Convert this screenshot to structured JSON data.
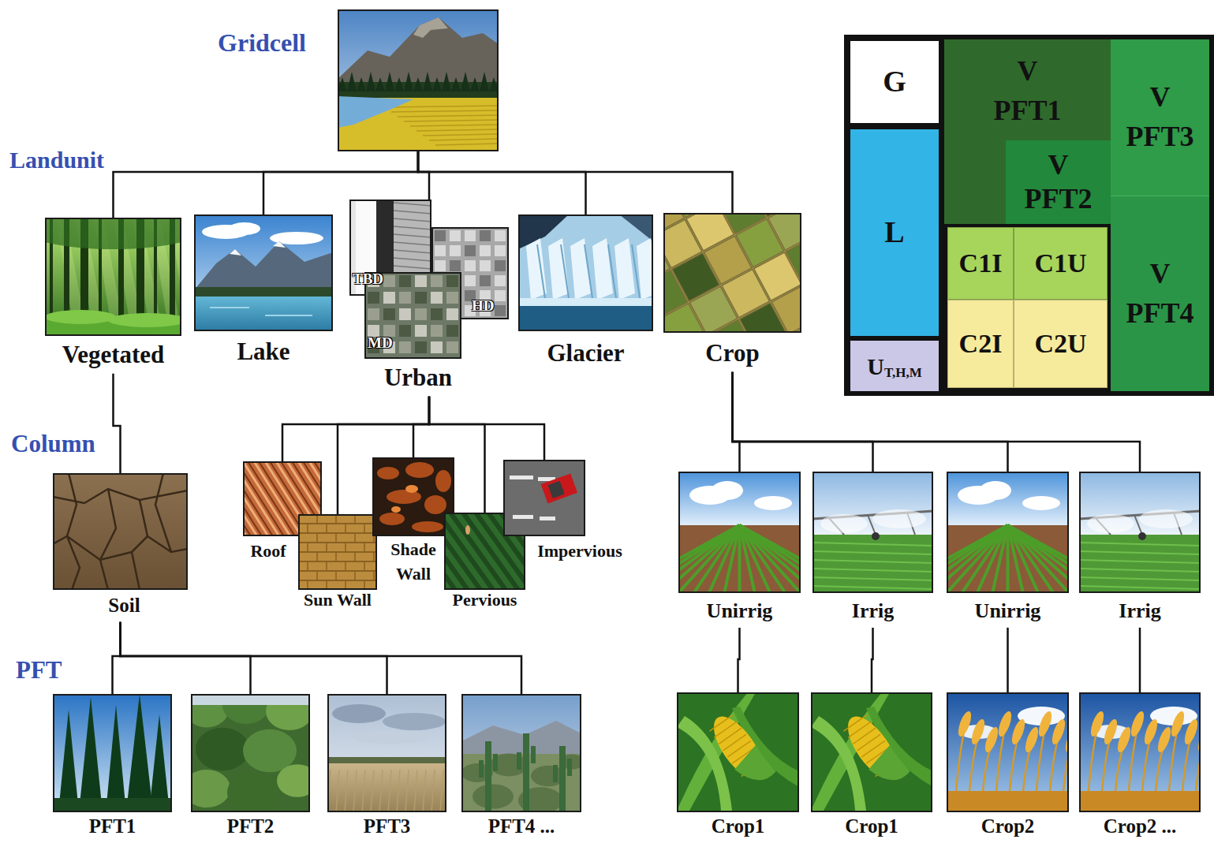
{
  "diagram": {
    "nodes": [
      {
        "text": [
          "Gridcell"
        ]
      },
      {
        "text": [
          "Vegetated"
        ]
      },
      {
        "text": [
          "Lake"
        ]
      },
      {
        "text": [
          "Urban"
        ]
      },
      {
        "text": [
          "Glacier"
        ]
      },
      {
        "text": [
          "Crop"
        ]
      },
      {
        "text": [
          "Soil"
        ]
      },
      {
        "text": [
          "Roof"
        ]
      },
      {
        "text": [
          "Sun Wall"
        ]
      },
      {
        "text": [
          "Shade Wall"
        ]
      },
      {
        "text": [
          "Pervious"
        ]
      },
      {
        "text": [
          "Impervious"
        ]
      },
      {
        "text": [
          "Unirrig"
        ]
      },
      {
        "text": [
          "Irrig"
        ]
      },
      {
        "text": [
          "Unirrig"
        ]
      },
      {
        "text": [
          "Irrig"
        ]
      },
      {
        "text": [
          "PFT1"
        ]
      },
      {
        "text": [
          "PFT2"
        ]
      },
      {
        "text": [
          "PFT3"
        ]
      },
      {
        "text": [
          "PFT4 ..."
        ]
      },
      {
        "text": [
          "Crop1"
        ]
      },
      {
        "text": [
          "Crop1"
        ]
      },
      {
        "text": [
          "Crop2"
        ]
      },
      {
        "text": [
          "Crop2 ..."
        ]
      },
      {
        "text": [
          "G"
        ]
      },
      {
        "text": [
          "V PFT1"
        ]
      },
      {
        "text": [
          "V PFT3"
        ]
      },
      {
        "text": [
          "V PFT2"
        ]
      },
      {
        "text": [
          "L"
        ]
      },
      {
        "text": [
          "C1I"
        ]
      },
      {
        "text": [
          "C1U"
        ]
      },
      {
        "text": [
          "V PFT4"
        ]
      },
      {
        "text": [
          "C2I"
        ]
      },
      {
        "text": [
          "C2U"
        ]
      },
      {
        "text": [
          "U",
          "T,H,M"
        ]
      }
    ],
    "edges": [
      {
        "from": 0,
        "to": 1,
        "arrow": "none"
      },
      {
        "from": 0,
        "to": 2,
        "arrow": "none"
      },
      {
        "from": 0,
        "to": 3,
        "arrow": "none"
      },
      {
        "from": 0,
        "to": 4,
        "arrow": "none"
      },
      {
        "from": 0,
        "to": 5,
        "arrow": "none"
      },
      {
        "from": 1,
        "to": 6,
        "arrow": "none"
      },
      {
        "from": 3,
        "to": 7,
        "arrow": "none"
      },
      {
        "from": 3,
        "to": 8,
        "arrow": "none"
      },
      {
        "from": 3,
        "to": 9,
        "arrow": "none"
      },
      {
        "from": 3,
        "to": 10,
        "arrow": "none"
      },
      {
        "from": 3,
        "to": 11,
        "arrow": "none"
      },
      {
        "from": 5,
        "to": 12,
        "arrow": "none"
      },
      {
        "from": 5,
        "to": 13,
        "arrow": "none"
      },
      {
        "from": 5,
        "to": 14,
        "arrow": "none"
      },
      {
        "from": 5,
        "to": 15,
        "arrow": "none"
      },
      {
        "from": 6,
        "to": 16,
        "arrow": "none"
      },
      {
        "from": 6,
        "to": 17,
        "arrow": "none"
      },
      {
        "from": 6,
        "to": 18,
        "arrow": "none"
      },
      {
        "from": 6,
        "to": 19,
        "arrow": "none"
      },
      {
        "from": 12,
        "to": 20,
        "arrow": "none"
      },
      {
        "from": 13,
        "to": 21,
        "arrow": "none"
      },
      {
        "from": 14,
        "to": 22,
        "arrow": "none"
      },
      {
        "from": 15,
        "to": 23,
        "arrow": "none"
      }
    ],
    "labels": [
      "Landunit",
      "Column",
      "PFT",
      "TBD",
      "HD",
      "MD"
    ]
  }
}
